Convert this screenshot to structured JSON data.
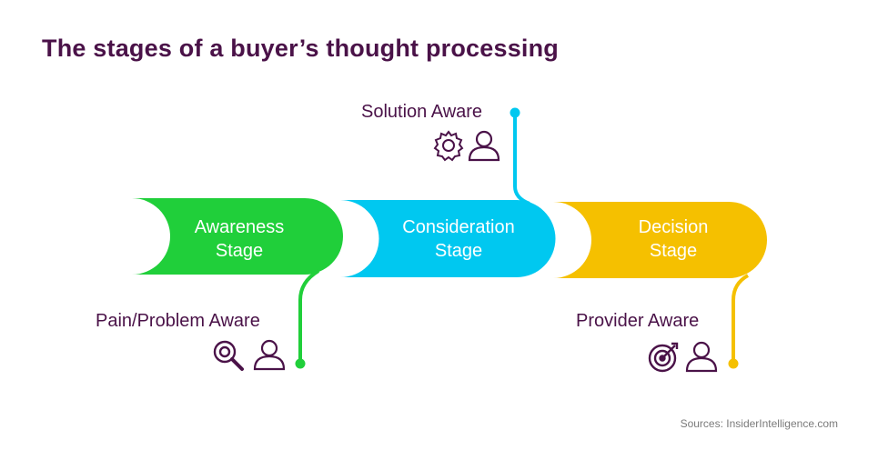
{
  "title": "The stages of a buyer’s thought processing",
  "stages": [
    {
      "line1": "Awareness",
      "line2": "Stage",
      "color": "#20cf3a"
    },
    {
      "line1": "Consideration",
      "line2": "Stage",
      "color": "#00c8f0"
    },
    {
      "line1": "Decision",
      "line2": "Stage",
      "color": "#f5c000"
    }
  ],
  "awareness_levels": [
    {
      "label": "Pain/Problem Aware",
      "icons": [
        "magnifier-icon",
        "person-icon"
      ]
    },
    {
      "label": "Solution Aware",
      "icons": [
        "gear-icon",
        "person-icon"
      ]
    },
    {
      "label": "Provider Aware",
      "icons": [
        "target-icon",
        "person-icon"
      ]
    }
  ],
  "colors": {
    "title": "#4a1248",
    "icon": "#4a1248"
  },
  "source": "Sources: InsiderIntelligence.com"
}
